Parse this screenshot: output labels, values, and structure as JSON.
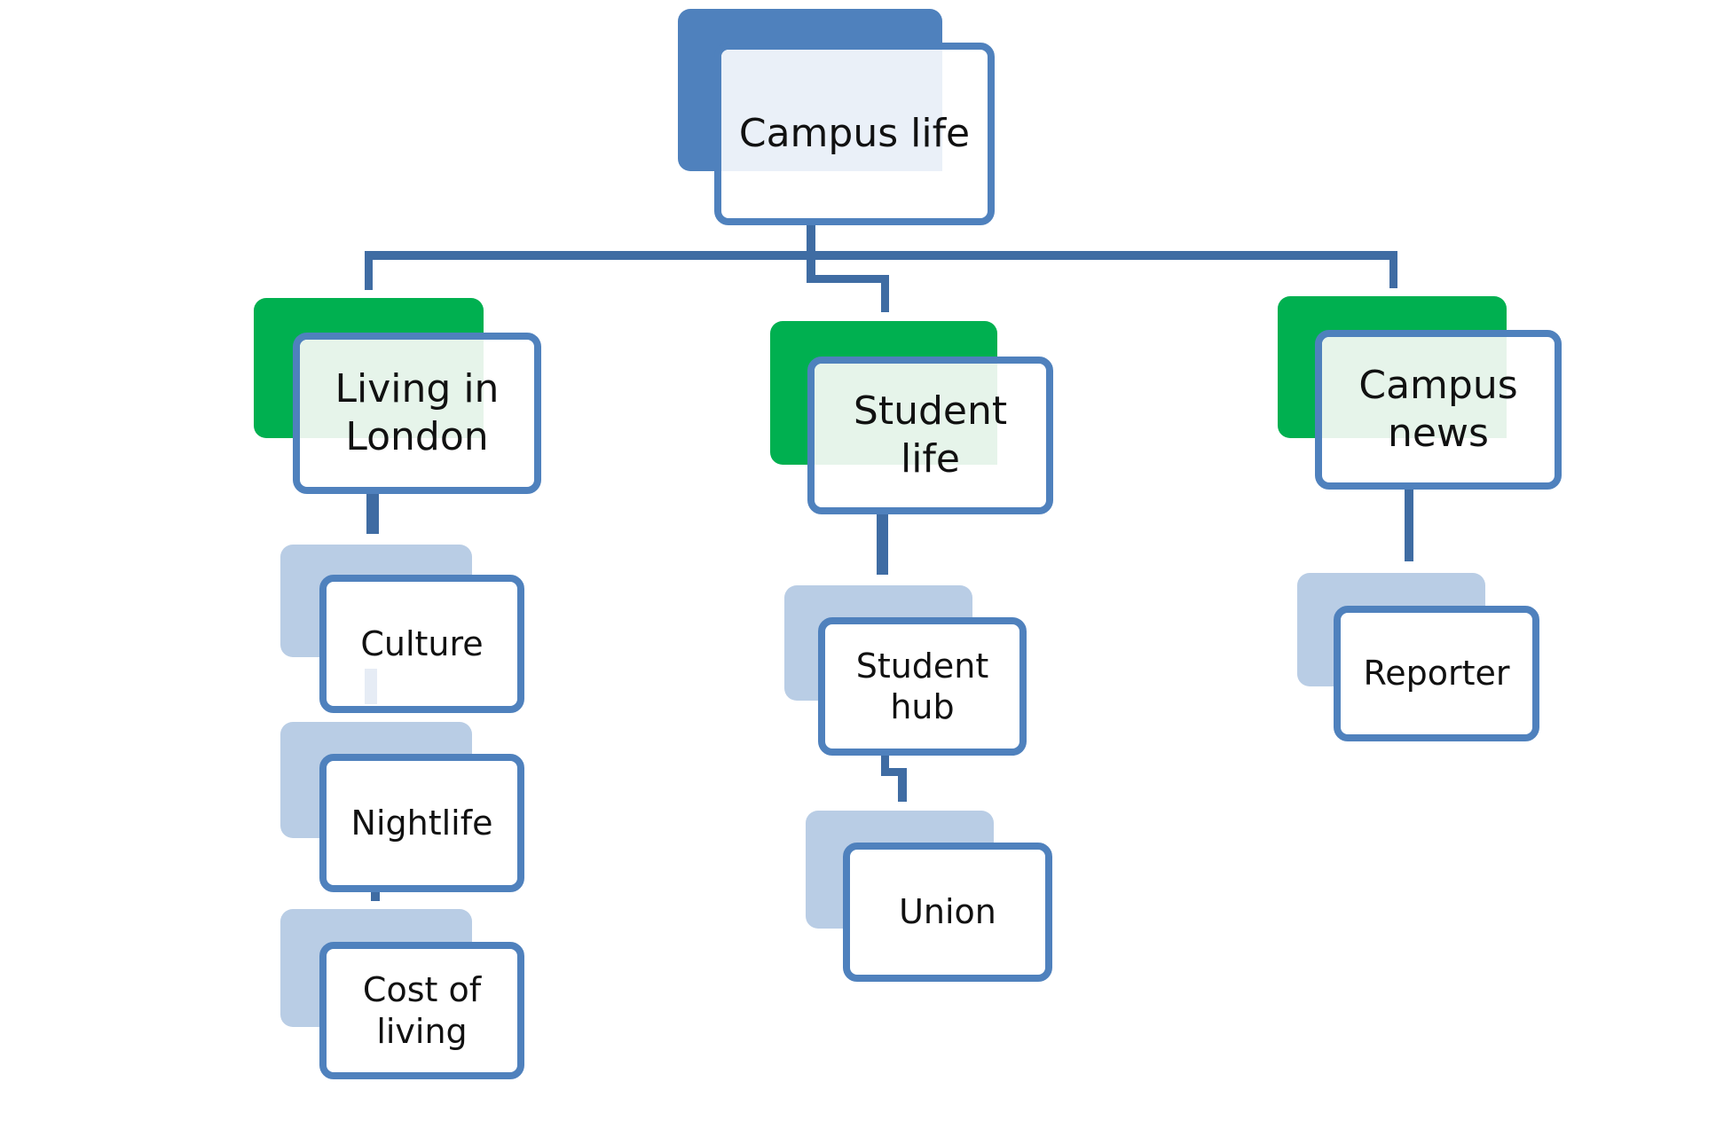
{
  "diagram": {
    "type": "hierarchy",
    "colors": {
      "node_border": "#4f81bd",
      "connector": "#3f6ca3",
      "root_accent": "#4f81bd",
      "level1_accent": "#00b050",
      "level2_accent": "#b9cde5"
    },
    "root": {
      "label": "Campus life",
      "children": [
        {
          "label": "Living in\nLondon",
          "children": [
            {
              "label": "Culture"
            },
            {
              "label": "Nightlife"
            },
            {
              "label": "Cost of\nliving"
            }
          ]
        },
        {
          "label": "Student\nlife",
          "children": [
            {
              "label": "Student\nhub",
              "children": [
                {
                  "label": "Union"
                }
              ]
            }
          ]
        },
        {
          "label": "Campus\nnews",
          "children": [
            {
              "label": "Reporter"
            }
          ]
        }
      ]
    }
  }
}
